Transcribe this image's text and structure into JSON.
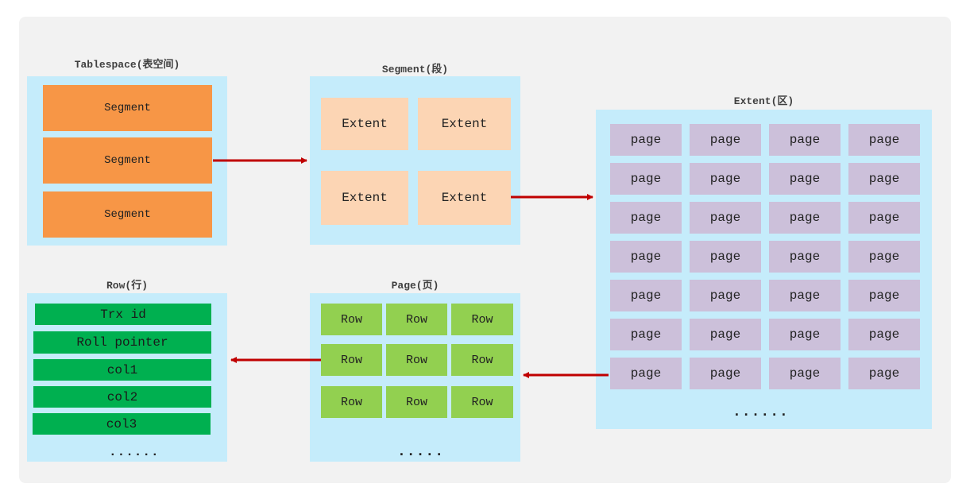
{
  "tablespace": {
    "title": "Tablespace(表空间)",
    "segments": [
      "Segment",
      "Segment",
      "Segment"
    ]
  },
  "segment": {
    "title": "Segment(段)",
    "extents": [
      "Extent",
      "Extent",
      "Extent",
      "Extent"
    ]
  },
  "extent": {
    "title": "Extent(区)",
    "page_label": "page",
    "rows": 7,
    "cols": 4,
    "ellipsis": "......"
  },
  "page": {
    "title": "Page(页)",
    "row_label": "Row",
    "rows": 3,
    "cols": 3,
    "ellipsis": "....."
  },
  "row": {
    "title": "Row(行)",
    "fields": [
      "Trx id",
      "Roll pointer",
      "col1",
      "col2",
      "col3"
    ],
    "ellipsis": "......"
  },
  "colors": {
    "background": "#f2f2f2",
    "panel": "#c5ecfb",
    "segment": "#f79646",
    "extent": "#fcd5b4",
    "page": "#ccc0da",
    "row": "#92d050",
    "column": "#00b050",
    "arrow": "#c00000"
  }
}
